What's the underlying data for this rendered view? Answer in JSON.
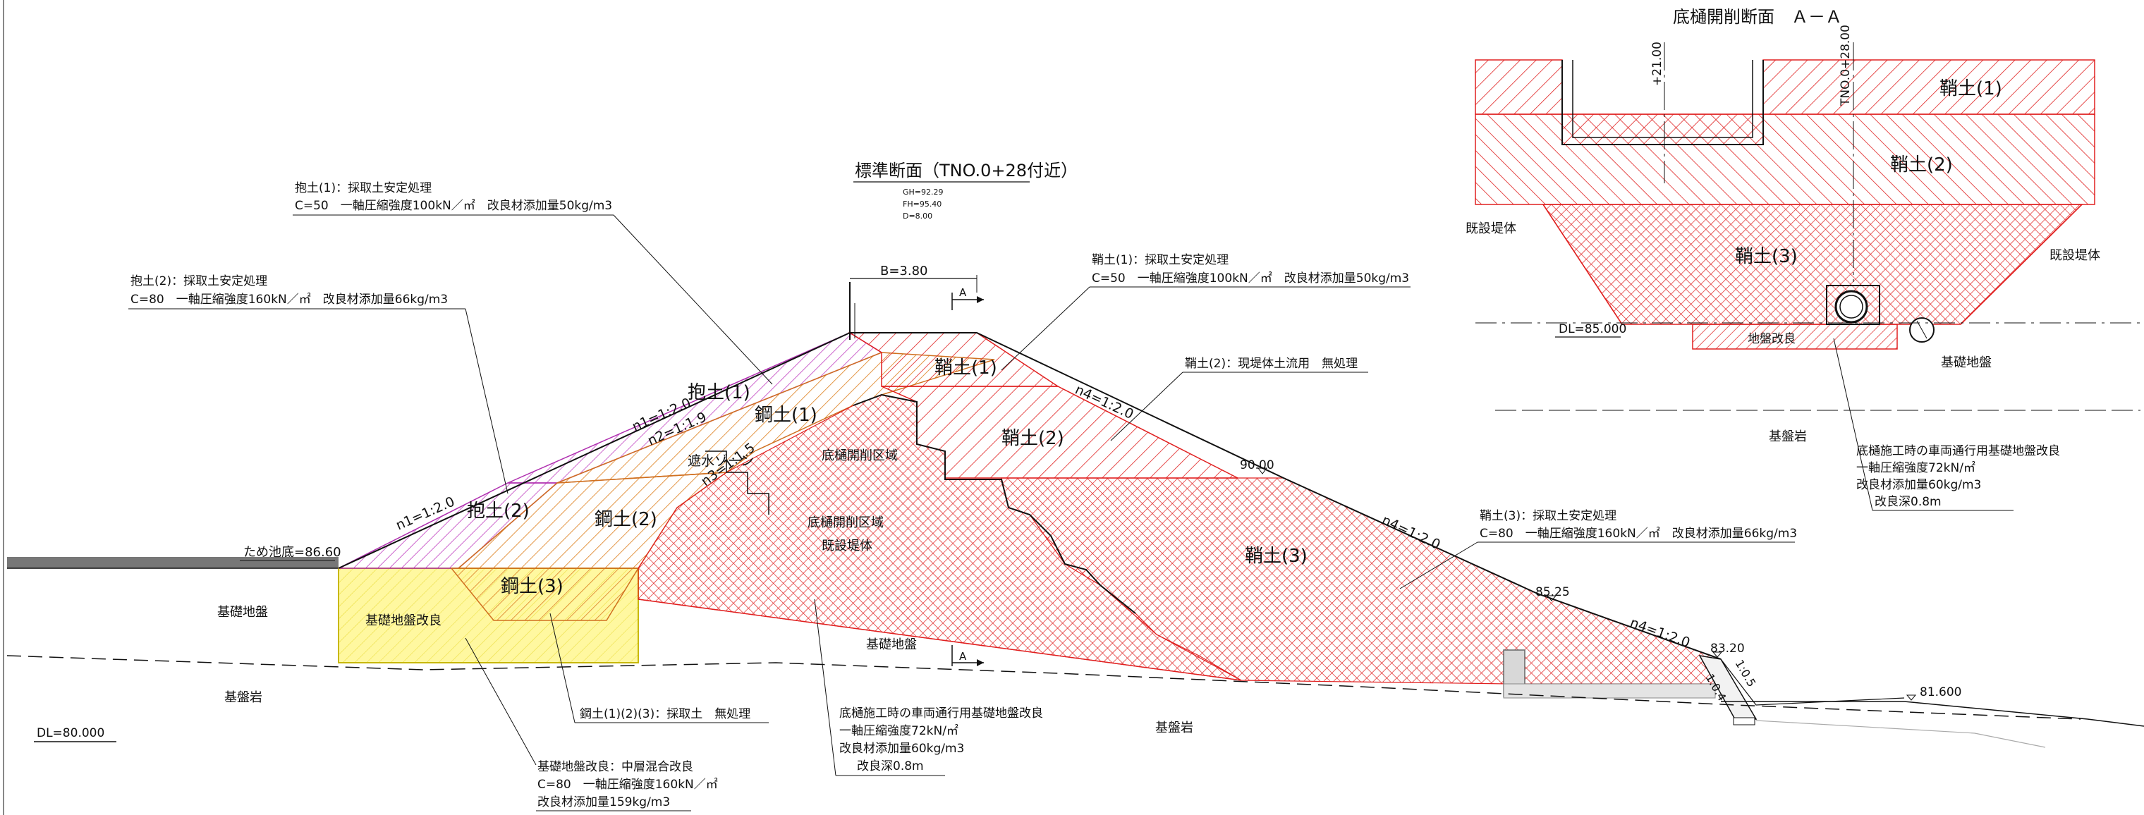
{
  "main": {
    "title": "標準断面（TNO.0+28付近）",
    "levels": [
      "GH=92.29",
      "FH=95.40",
      "D=8.00"
    ],
    "crest_width": "B=3.80",
    "section_mark": "A",
    "zones": {
      "dakido1": "抱土(1)",
      "dakido2": "抱土(2)",
      "kodo1": "鋼土(1)",
      "kodo2": "鋼土(2)",
      "kodo3": "鋼土(3)",
      "sayado1": "鞘土(1)",
      "sayado2": "鞘土(2)",
      "sayado3": "鞘土(3)",
      "shasui": "遮水ゾーン",
      "kaisaku1": "底樋開削区域",
      "kaisaku2": "底樋開削区域",
      "kisetsu": "既設堤体",
      "kiso_kairyo": "基礎地盤改良",
      "kiso_left": "基礎地盤",
      "kiso_mid": "基礎地盤",
      "bedrock_left": "基盤岩",
      "bedrock_mid": "基盤岩"
    },
    "slopes": {
      "n1a": "n1=1:2.0",
      "n1b": "n1=1:2.0",
      "n2": "n2=1:1.9",
      "n3": "n3=1:1.5",
      "n4a": "n4=1:2.0",
      "n4b": "n4=1:2.0",
      "n4c": "n4=1:2.0",
      "toe1": "1:0.5",
      "toe2": "1:0.4"
    },
    "elevations": {
      "pond_bottom": "ため池底=86.60",
      "berm": "90.00",
      "e8525": "85.25",
      "e8320": "83.20",
      "e81600": "81.600",
      "datum": "DL=80.000"
    },
    "notes": {
      "dakido1": [
        "抱土(1)：採取土安定処理",
        "C=50　一軸圧縮強度100kN／㎡　改良材添加量50kg/m3"
      ],
      "dakido2": [
        "抱土(2)：採取土安定処理",
        "C=80　一軸圧縮強度160kN／㎡　改良材添加量66kg/m3"
      ],
      "sayado1": [
        "鞘土(1)：採取土安定処理",
        "C=50　一軸圧縮強度100kN／㎡　改良材添加量50kg/m3"
      ],
      "sayado2": [
        "鞘土(2)：現堤体土流用　無処理"
      ],
      "sayado3": [
        "鞘土(3)：採取土安定処理",
        "C=80　一軸圧縮強度160kN／㎡　改良材添加量66kg/m3"
      ],
      "kodo": [
        "鋼土(1)(2)(3)：採取土　無処理"
      ],
      "kiso": [
        "基礎地盤改良：中層混合改良",
        "C=80　一軸圧縮強度160kN／㎡",
        "改良材添加量159kg/m3"
      ],
      "vehicle": [
        "底樋施工時の車両通行用基礎地盤改良",
        "一軸圧縮強度72kN/㎡",
        "改良材添加量60kg/m3",
        "改良深0.8m"
      ]
    }
  },
  "section_aa": {
    "title": "底樋開削断面　Ａ－Ａ",
    "stations": [
      "+21.00",
      "TNO.0+28.00"
    ],
    "zones": {
      "sayado1": "鞘土(1)",
      "sayado2": "鞘土(2)",
      "sayado3": "鞘土(3)",
      "kisetsu_left": "既設堤体",
      "kisetsu_right": "既設堤体",
      "ground_improve": "地盤改良",
      "kiso": "基礎地盤",
      "bedrock": "基盤岩",
      "datum": "DL=85.000"
    },
    "note": [
      "底樋施工時の車両通行用基礎地盤改良",
      "一軸圧縮強度72kN/㎡",
      "改良材添加量60kg/m3",
      "改良深0.8m"
    ]
  },
  "colors": {
    "red_hatch": "#e02020",
    "magenta_hatch": "#c040c0",
    "orange_hatch": "#e08a30",
    "yellow_fill": "#fff8a0",
    "line": "#111111",
    "pond": "#777777"
  }
}
